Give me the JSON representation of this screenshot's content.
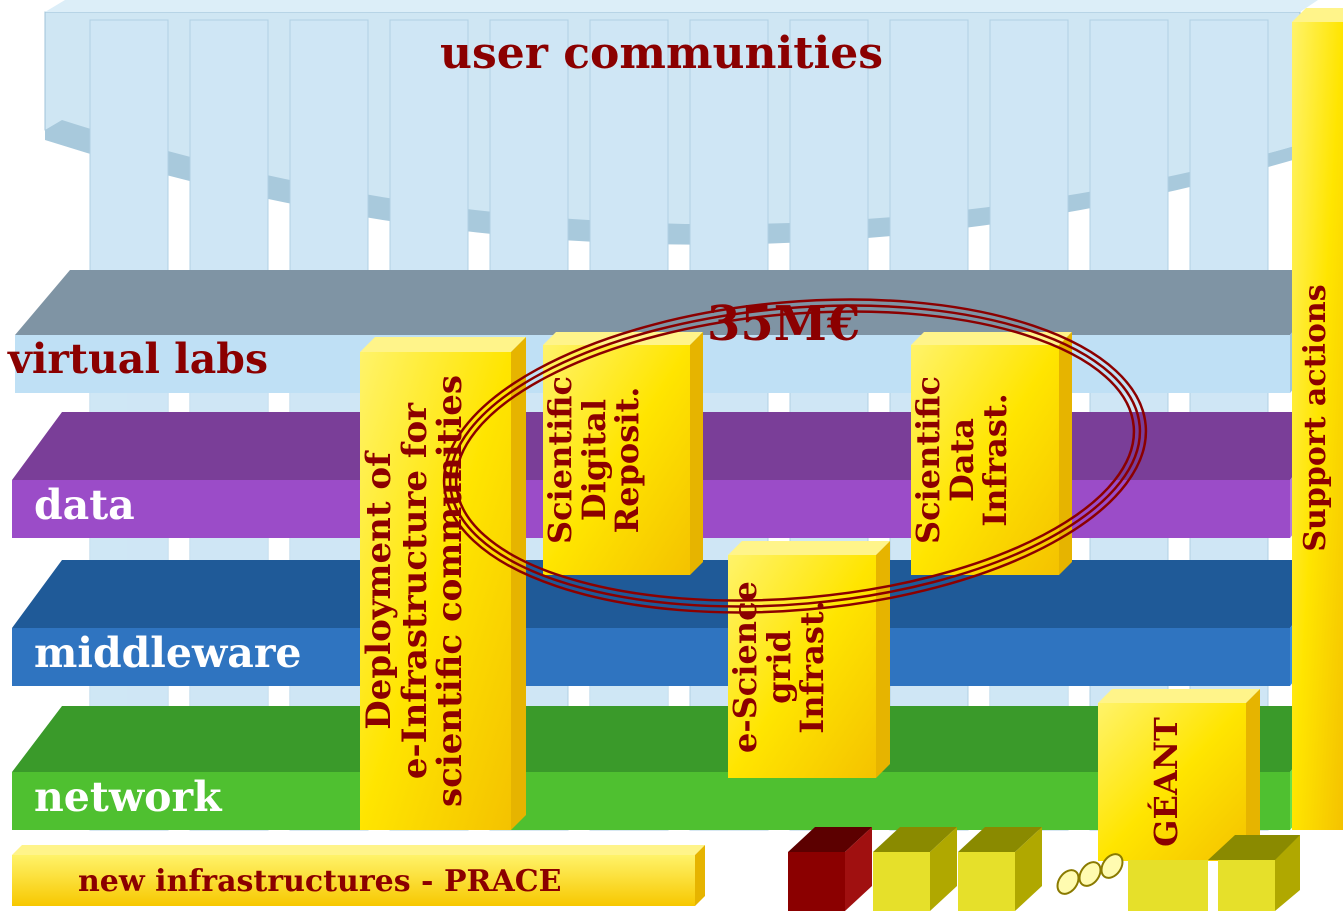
{
  "top_banner": {
    "label": "user communities"
  },
  "layers": [
    {
      "id": "virtual_labs",
      "label": "virtual labs",
      "color": "#b7dcf2",
      "text_color": "#8b0000"
    },
    {
      "id": "data",
      "label": "data",
      "color": "#9b4cc8",
      "text_color": "#ffffff"
    },
    {
      "id": "middleware",
      "label": "middleware",
      "color": "#2f74c0",
      "text_color": "#ffffff"
    },
    {
      "id": "network",
      "label": "network",
      "color": "#4fc030",
      "text_color": "#ffffff"
    }
  ],
  "blocks": {
    "deployment": {
      "line1": "Deployment of",
      "line2": "e-Infrastructure for",
      "line3": "scientific communities"
    },
    "digital_reposit": {
      "line1": "Scientific",
      "line2": "Digital",
      "line3": "Reposit."
    },
    "data_infrast": {
      "line1": "Scientific",
      "line2": "Data",
      "line3": "Infrast."
    },
    "escience_grid": {
      "line1": "e-Science",
      "line2": "grid",
      "line3": "Infrast."
    },
    "geant": {
      "label": "GÉANT"
    },
    "support_actions": {
      "label": "Support actions"
    }
  },
  "budget": {
    "label": "35M€"
  },
  "bottom_bar": {
    "label": "new infrastructures - PRACE"
  },
  "colors": {
    "accent_text": "#8b0000",
    "block_yellow": "#ffe800",
    "block_side": "#e0a800"
  }
}
